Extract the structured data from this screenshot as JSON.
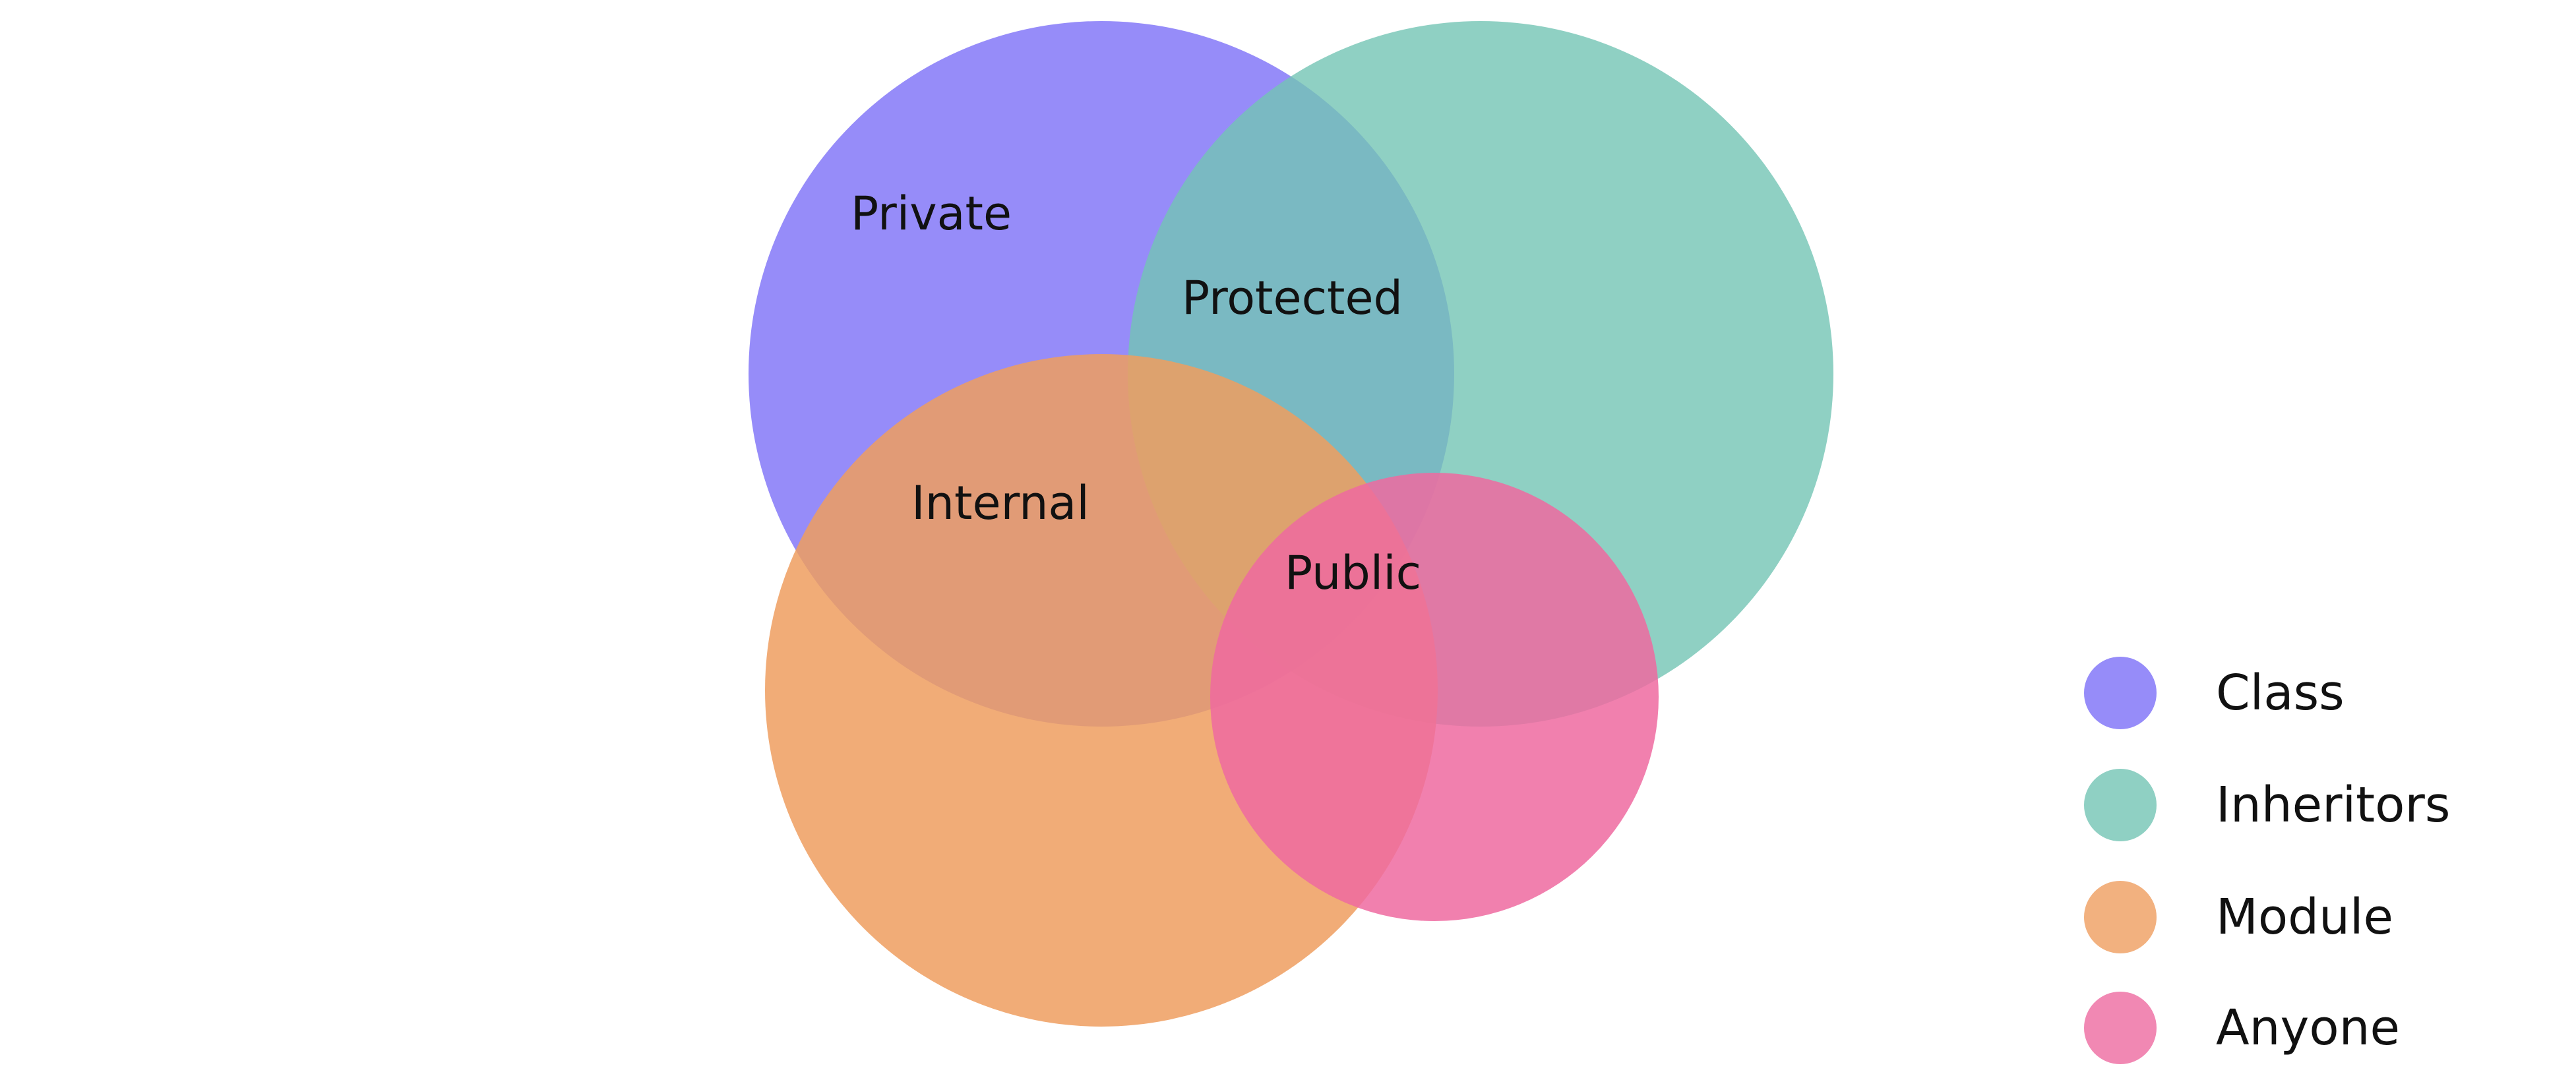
{
  "diagram": {
    "type": "venn",
    "sets": [
      {
        "id": "class",
        "name": "Class",
        "color": "#7c6ff7"
      },
      {
        "id": "inheritors",
        "name": "Inheritors",
        "color": "#73c4b4"
      },
      {
        "id": "module",
        "name": "Module",
        "color": "#ef9d5f"
      },
      {
        "id": "anyone",
        "name": "Anyone",
        "color": "#ee6aa0"
      }
    ],
    "regions": [
      {
        "id": "private",
        "label": "Private"
      },
      {
        "id": "protected",
        "label": "Protected"
      },
      {
        "id": "internal",
        "label": "Internal"
      },
      {
        "id": "public",
        "label": "Public"
      }
    ]
  }
}
